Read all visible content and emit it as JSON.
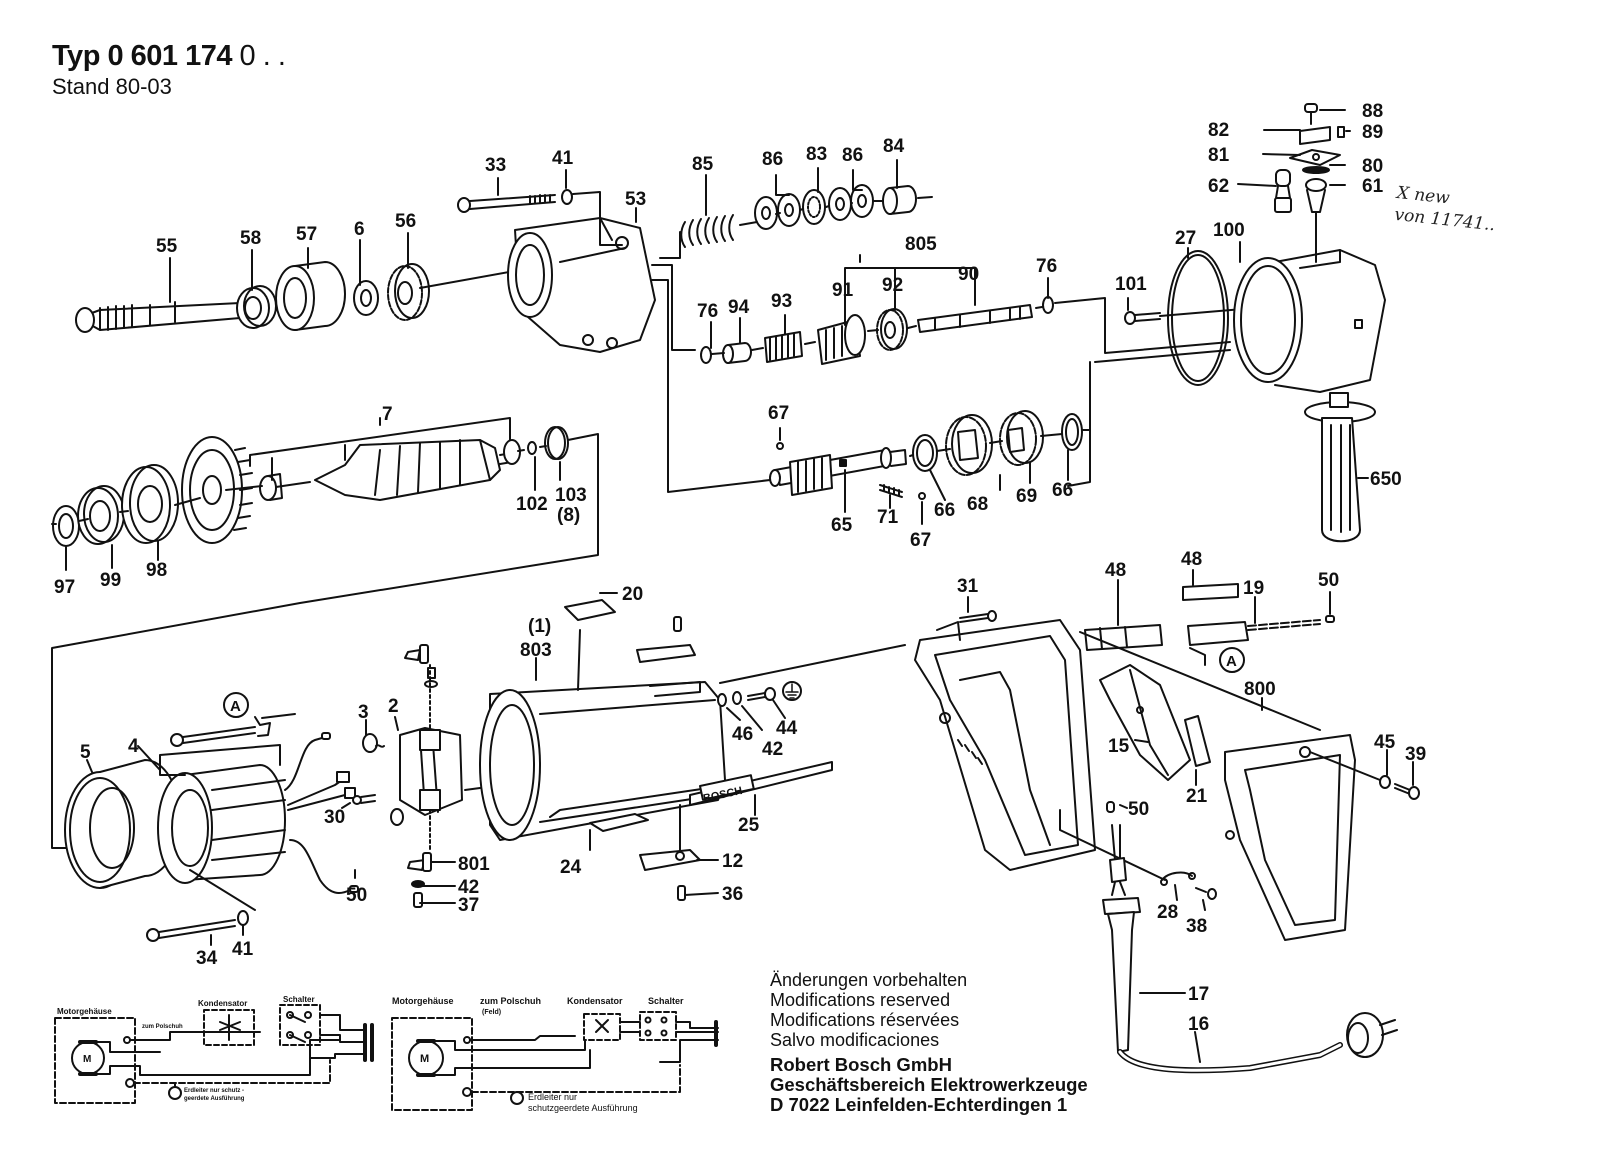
{
  "header": {
    "type_prefix": "Typ",
    "type_number_bold": "0 601 174",
    "type_suffix": "0 . .",
    "stand": "Stand 80-03"
  },
  "handwritten_note": {
    "line1": "X new",
    "line2": "von 11741.."
  },
  "part_labels": {
    "p33": "33",
    "p41a": "41",
    "p53": "53",
    "p55": "55",
    "p58": "58",
    "p57": "57",
    "p6": "6",
    "p56": "56",
    "p85": "85",
    "p86a": "86",
    "p83": "83",
    "p86b": "86",
    "p84": "84",
    "p805": "805",
    "p91": "91",
    "p92": "92",
    "p90": "90",
    "p76a": "76",
    "p76b": "76",
    "p94": "94",
    "p93": "93",
    "p88": "88",
    "p82": "82",
    "p89": "89",
    "p81": "81",
    "p80": "80",
    "p62": "62",
    "p61": "61",
    "p27": "27",
    "p100": "100",
    "p101": "101",
    "p650": "650",
    "p7": "7",
    "p97": "97",
    "p99": "99",
    "p98": "98",
    "p102": "102",
    "p103": "103",
    "p103q": "(8)",
    "p67a": "67",
    "p65": "65",
    "p71": "71",
    "p67b": "67",
    "p66a": "66",
    "p68": "68",
    "p69": "69",
    "p66b": "66",
    "p20": "20",
    "p1": "(1)",
    "p803": "803",
    "p46": "46",
    "p42a": "42",
    "p44": "44",
    "p25": "25",
    "p24": "24",
    "p12": "12",
    "p36": "36",
    "p5": "5",
    "p4": "4",
    "p3": "3",
    "p2": "2",
    "p30": "30",
    "p50a": "50",
    "p801": "801",
    "p42b": "42",
    "p37": "37",
    "p34": "34",
    "p41b": "41",
    "p31": "31",
    "p48a": "48",
    "p48b": "48",
    "p19": "19",
    "p50b": "50",
    "p800": "800",
    "p15": "15",
    "p21": "21",
    "p45": "45",
    "p39": "39",
    "p50c": "50",
    "p28": "28",
    "p38": "38",
    "p17": "17",
    "p16": "16",
    "refA1": "A",
    "refA2": "A",
    "bosch_badge": "BOSCH"
  },
  "wiring_diagram_1": {
    "motor_housing": "Motorgehäuse",
    "to_pole_shoe": "zum Polschuh",
    "capacitor": "Kondensator",
    "switch": "Schalter",
    "motor": "M",
    "earth_note_1": "Erdleiter nur schutz -",
    "earth_note_2": "geerdete Ausführung"
  },
  "wiring_diagram_2": {
    "motor_housing": "Motorgehäuse",
    "to_pole_shoe": "zum Polschuh",
    "field": "(Feld)",
    "capacitor": "Kondensator",
    "switch": "Schalter",
    "motor": "M",
    "earth_note_1": "Erdleiter nur",
    "earth_note_2": "schutzgeerdete Ausführung"
  },
  "footer": {
    "line1": "Änderungen vorbehalten",
    "line2": "Modifications reserved",
    "line3": "Modifications réservées",
    "line4": "Salvo modificaciones",
    "company": "Robert Bosch GmbH",
    "division": "Geschäftsbereich Elektrowerkzeuge",
    "address": "D 7022 Leinfelden-Echterdingen 1"
  }
}
